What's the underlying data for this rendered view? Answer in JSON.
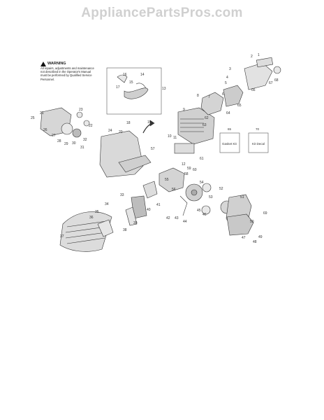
{
  "watermark": "AppliancePartsPros.com",
  "warning": {
    "title": "WARNING",
    "body": "All repairs, adjustments and maintenance not described in the Operator's Manual must be performed by Qualified Service Personnel."
  },
  "kits": [
    {
      "number": "65",
      "label": "Gasket Kit"
    },
    {
      "number": "70",
      "label": "Kit Decal"
    }
  ],
  "callouts": [
    "1",
    "2",
    "3",
    "4",
    "5",
    "6",
    "7",
    "8",
    "9",
    "10",
    "11",
    "12",
    "13",
    "14",
    "15",
    "16",
    "17",
    "18",
    "19",
    "20",
    "21",
    "22",
    "23",
    "24",
    "25",
    "26",
    "27",
    "28",
    "29",
    "30",
    "31",
    "32",
    "33",
    "34",
    "35",
    "36",
    "37",
    "38",
    "39",
    "40",
    "41",
    "42",
    "43",
    "44",
    "45",
    "46",
    "47",
    "48",
    "49",
    "50",
    "51",
    "52",
    "53",
    "54",
    "55",
    "56",
    "57",
    "58",
    "59",
    "60",
    "61",
    "62",
    "63",
    "64",
    "65",
    "66",
    "67",
    "68",
    "69"
  ]
}
